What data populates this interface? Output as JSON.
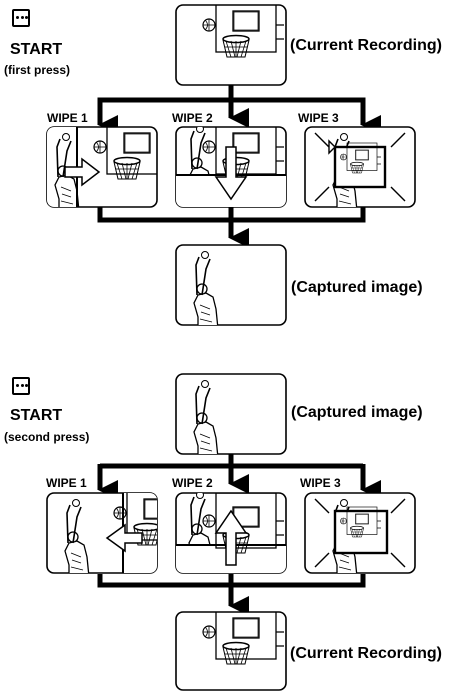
{
  "section_first": {
    "start_label": "START",
    "press_label": "(first press)",
    "top_caption": "(Current Recording)",
    "bottom_caption": "(Captured image)",
    "wipes": [
      "WIPE 1",
      "WIPE 2",
      "WIPE 3"
    ]
  },
  "section_second": {
    "start_label": "START",
    "press_label": "(second press)",
    "top_caption": "(Captured image)",
    "bottom_caption": "(Current Recording)",
    "wipes": [
      "WIPE 1",
      "WIPE 2",
      "WIPE 3"
    ]
  },
  "icons": {
    "start_button": "ellipsis-button-icon",
    "current_recording": "basketball-hoop-icon",
    "captured_image": "basketball-player-icon"
  },
  "colors": {
    "line": "#000000",
    "background": "#ffffff"
  }
}
